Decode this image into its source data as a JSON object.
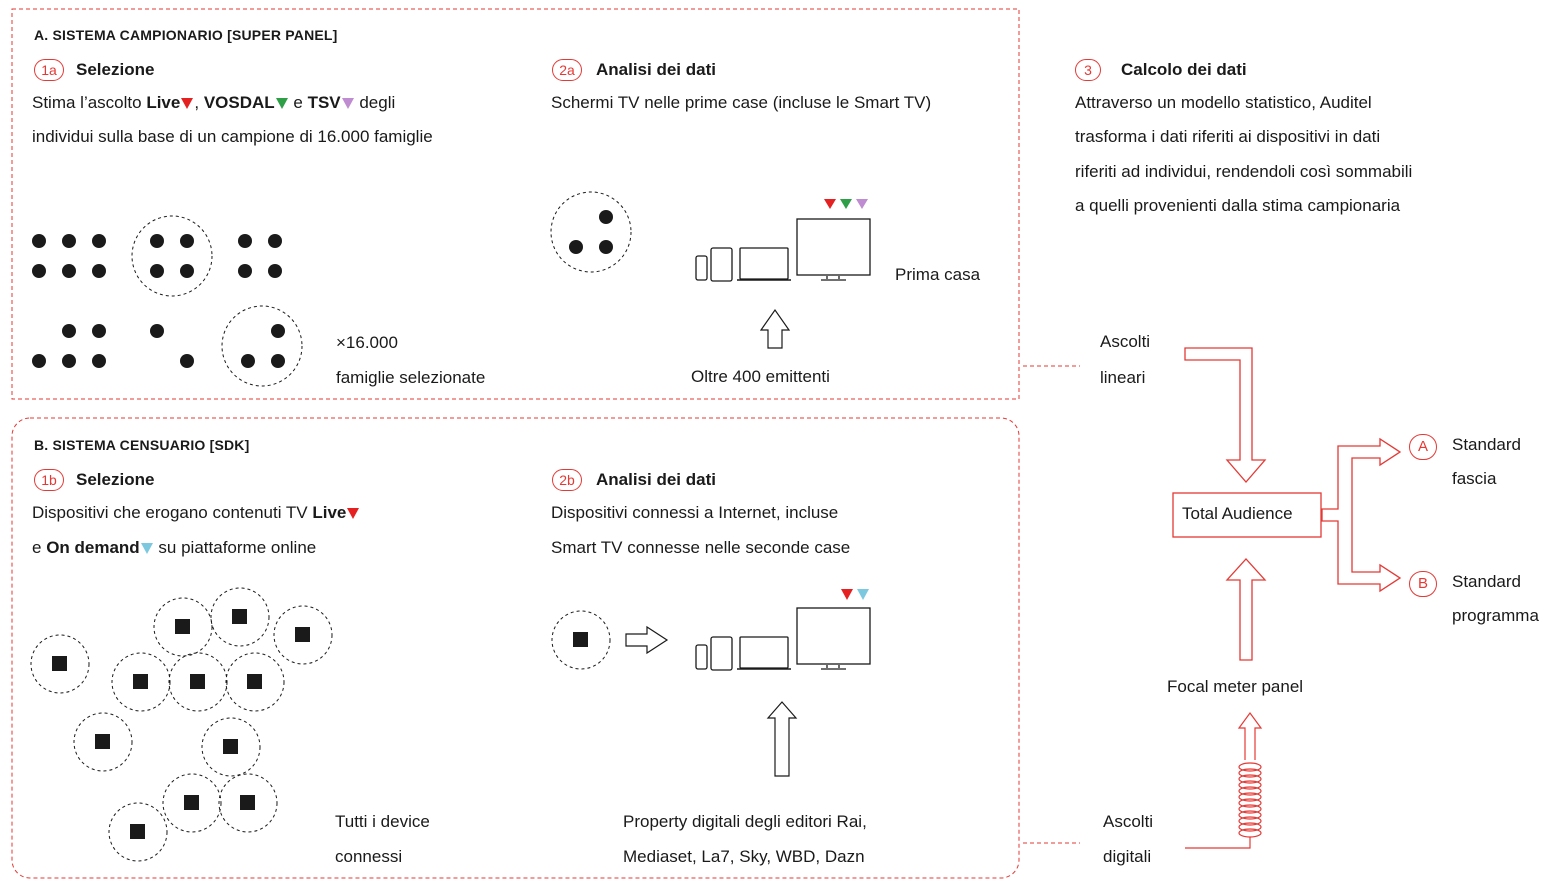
{
  "colors": {
    "accent": "#e53935",
    "live": "#e52020",
    "vosdal": "#2e9e47",
    "tsv": "#bf8bd1",
    "ondemand": "#7cc9df",
    "ink": "#1a1a1a"
  },
  "section_a": {
    "title": "A. SISTEMA CAMPIONARIO [SUPER PANEL]",
    "step_1a": {
      "badge": "1a",
      "title": "Selezione",
      "line1_prefix": "Stima l’ascolto ",
      "live": "Live",
      "sep1": ", ",
      "vosdal": "VOSDAL",
      "sep2": " e ",
      "tsv": "TSV",
      "line1_suffix": " degli",
      "line2": "individui sulla base di un campione di 16.000 famiglie",
      "count": "×16.000",
      "count_label": "famiglie selezionate"
    },
    "step_2a": {
      "badge": "2a",
      "title": "Analisi dei dati",
      "desc": "Schermi TV nelle prime case (incluse le Smart TV)",
      "home_label": "Prima casa",
      "emitters": "Oltre 400 emittenti"
    }
  },
  "step_3": {
    "badge": "3",
    "title": "Calcolo dei dati",
    "lines": [
      "Attraverso un modello statistico, Auditel",
      "trasforma i dati riferiti ai dispositivi in dati",
      "riferiti ad individui, rendendoli così sommabili",
      "a quelli provenienti dalla stima campionaria"
    ]
  },
  "section_b": {
    "title": "B. SISTEMA CENSUARIO [SDK]",
    "step_1b": {
      "badge": "1b",
      "title": "Selezione",
      "line1_prefix": "Dispositivi che erogano contenuti TV ",
      "live": "Live",
      "line2_prefix": "e ",
      "ondemand": "On demand",
      "line2_suffix": " su piattaforme online",
      "devices_line1": "Tutti i device",
      "devices_line2": "connessi"
    },
    "step_2b": {
      "badge": "2b",
      "title": "Analisi dei dati",
      "line1": "Dispositivi connessi a Internet, incluse",
      "line2": "Smart TV connesse nelle seconde case",
      "property_line1": "Property digitali degli editori Rai,",
      "property_line2": "Mediaset, La7, Sky, WBD, Dazn"
    }
  },
  "flow": {
    "linear_line1": "Ascolti",
    "linear_line2": "lineari",
    "digital_line1": "Ascolti",
    "digital_line2": "digitali",
    "total": "Total Audience",
    "focal": "Focal meter panel",
    "out_a_badge": "A",
    "out_a_line1": "Standard",
    "out_a_line2": "fascia",
    "out_b_badge": "B",
    "out_b_line1": "Standard",
    "out_b_line2": "programma"
  }
}
